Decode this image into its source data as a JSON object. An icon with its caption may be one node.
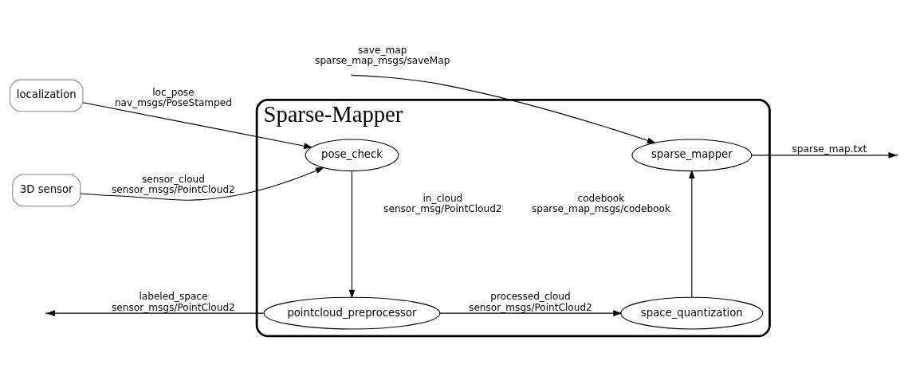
{
  "diagram": {
    "nodes": [
      {
        "text": [
          "Sparse-Mapper"
        ]
      },
      {
        "text": [
          "pointcloud_preprocessor"
        ],
        "in": 0
      },
      {
        "text": [
          "space_quantization"
        ],
        "in": 0
      },
      {
        "text": [
          "pose_check"
        ],
        "in": 0
      },
      {
        "text": [
          "sparse_mapper"
        ],
        "in": 0
      },
      {
        "text": [
          "localization"
        ]
      },
      {
        "text": [
          "3D sensor"
        ]
      }
    ],
    "edges": [
      {
        "from": 1,
        "to": null,
        "arrow": "to",
        "label": "labeled_space sensor_msgs/PointCloud2"
      },
      {
        "from": 1,
        "to": 2,
        "arrow": "to",
        "label": "processed_cloud sensor_msgs/PointCloud2"
      },
      {
        "from": 5,
        "to": 3,
        "arrow": "to",
        "label": "loc_pose nav_msgs/PoseStamped"
      },
      {
        "from": 6,
        "to": 3,
        "arrow": "to",
        "label": "sensor_cloud sensor_msgs/PointCloud2"
      },
      {
        "from": 3,
        "to": 1,
        "arrow": "to",
        "label": "in_cloud sensor_msg/PointCloud2"
      },
      {
        "from": 2,
        "to": 4,
        "arrow": "to",
        "label": "codebook sparse_map_msgs/codebook"
      },
      {
        "from": null,
        "to": 4,
        "arrow": "to",
        "label": "save_map sparse_map_msgs/saveMap"
      },
      {
        "from": 4,
        "to": null,
        "arrow": "to",
        "label": "sparse_map.txt"
      }
    ]
  }
}
